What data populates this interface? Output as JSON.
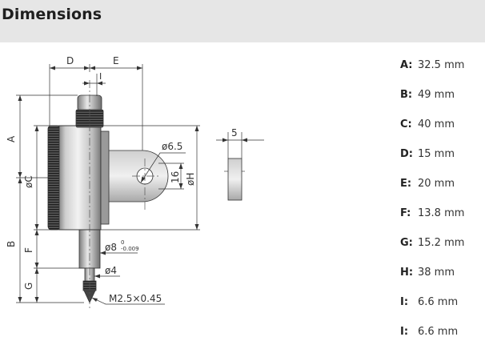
{
  "section": {
    "title": "Dimensions"
  },
  "drawing": {
    "labels": {
      "d": "D",
      "e": "E",
      "a": "A",
      "b": "B",
      "c": "øC",
      "f": "F",
      "g": "G",
      "h": "øH",
      "i": "I",
      "hole": "ø6.5",
      "sixteen": "16",
      "five": "5",
      "stem": "ø8",
      "stem_tol_upper": "0",
      "stem_tol_lower": "-0.009",
      "spindle": "ø4",
      "thread": "M2.5×0.45"
    }
  },
  "specs": [
    {
      "key": "A:",
      "value": "32.5 mm"
    },
    {
      "key": "B:",
      "value": "49 mm"
    },
    {
      "key": "C:",
      "value": "40 mm"
    },
    {
      "key": "D:",
      "value": "15 mm"
    },
    {
      "key": "E:",
      "value": "20 mm"
    },
    {
      "key": "F:",
      "value": "13.8 mm"
    },
    {
      "key": "G:",
      "value": "15.2 mm"
    },
    {
      "key": "H:",
      "value": "38 mm"
    },
    {
      "key": "I:",
      "value": "6.6 mm"
    },
    {
      "key": "I:",
      "value": "6.6 mm"
    }
  ]
}
